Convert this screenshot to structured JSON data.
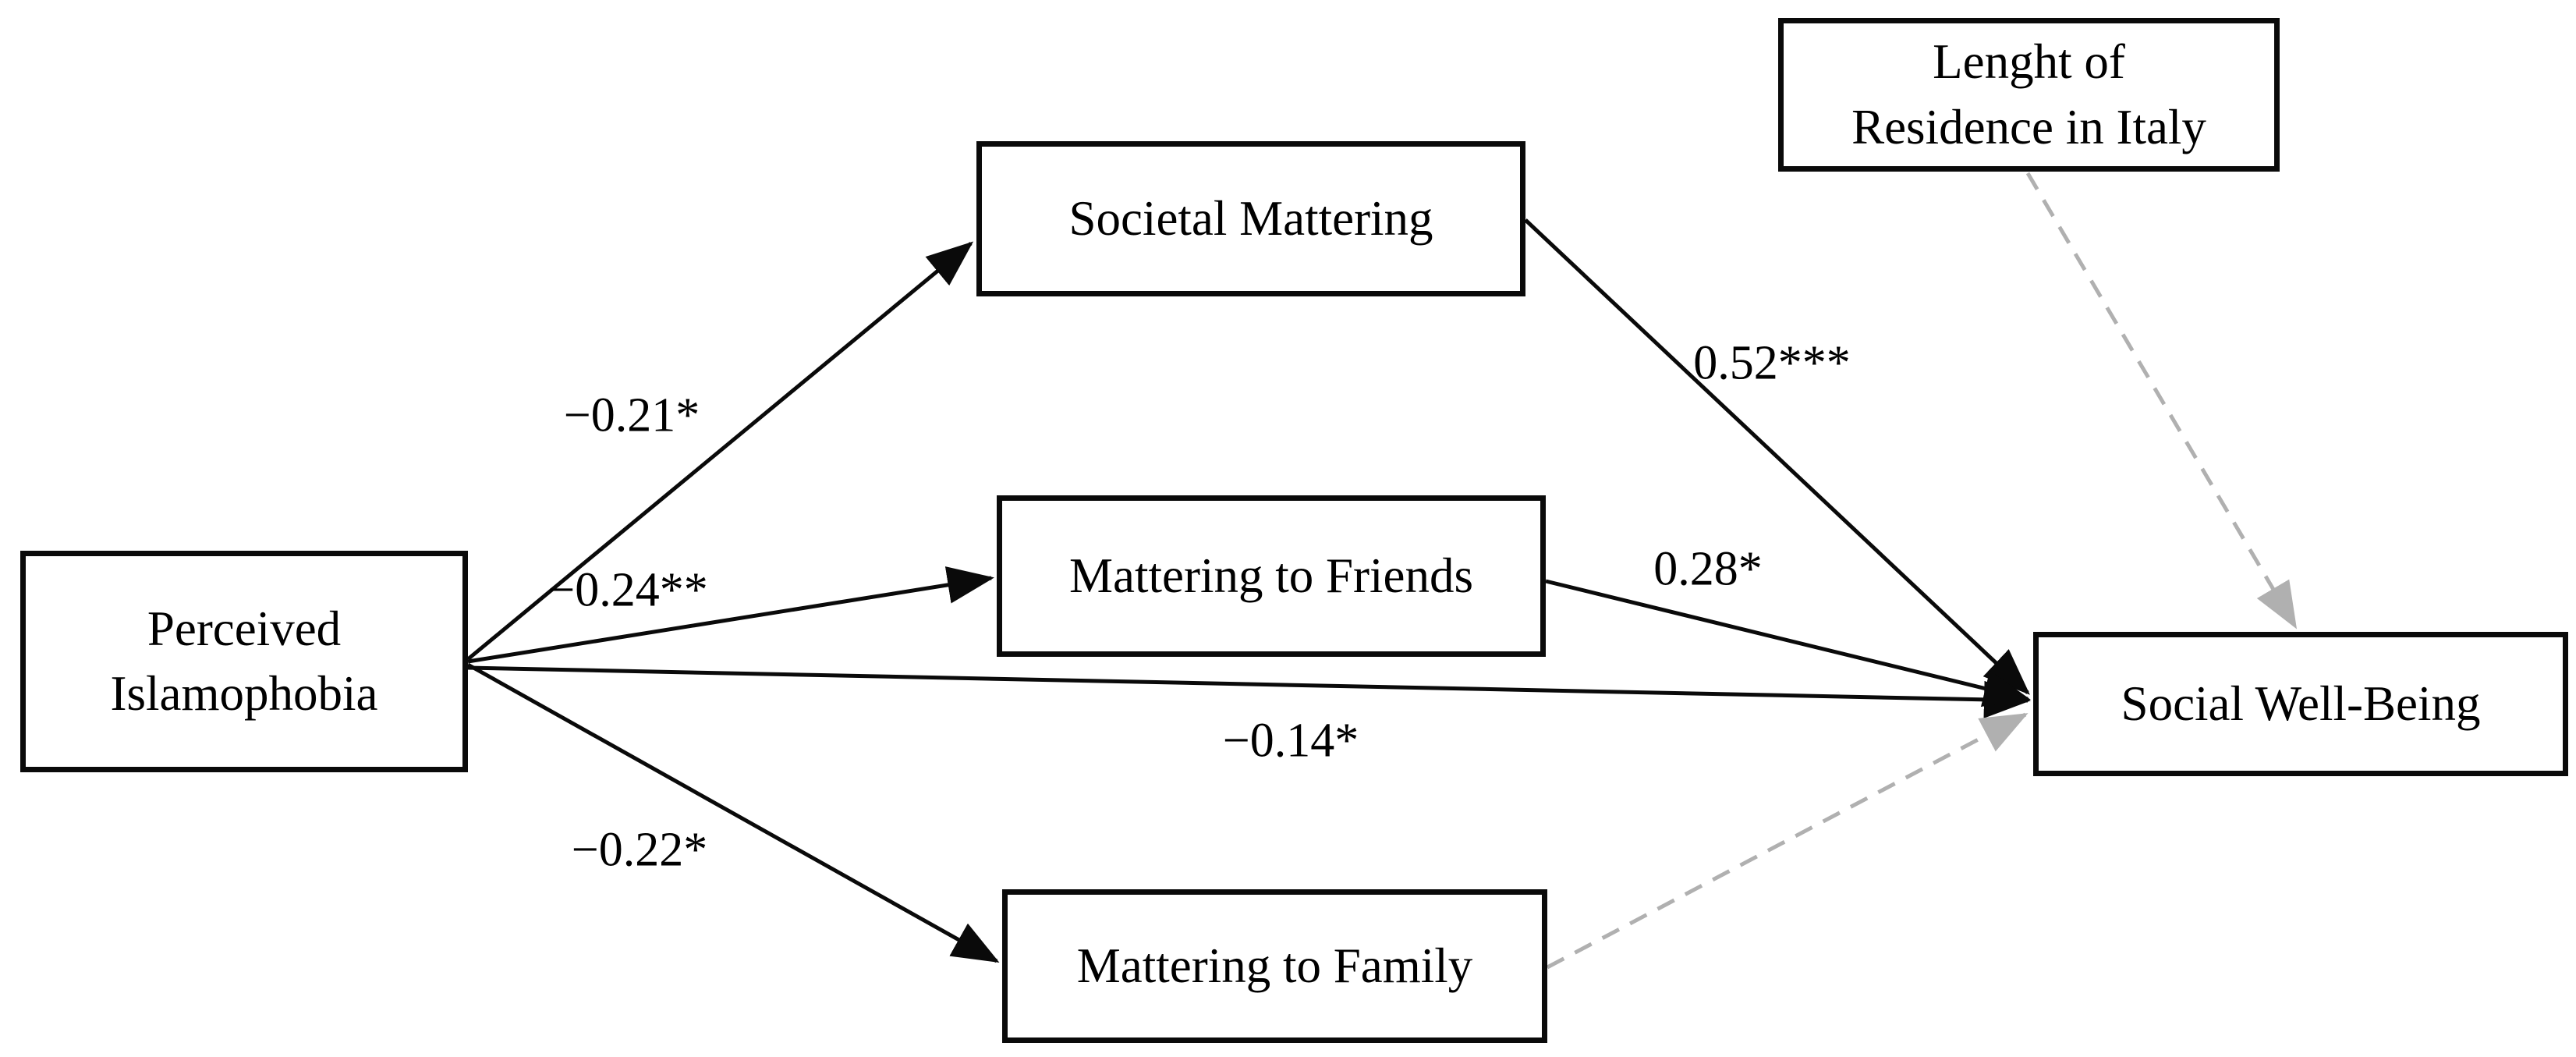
{
  "figure": {
    "background": "#ffffff",
    "colors": {
      "solid_path": "#000000",
      "dashed_path": "#b0b0b0",
      "text": "#000000"
    },
    "nodes": {
      "perceived_islamophobia": {
        "line1": "Perceived",
        "line2": "Islamophobia"
      },
      "societal_mattering": {
        "label": "Societal Mattering"
      },
      "mattering_to_friends": {
        "label": "Mattering to Friends"
      },
      "mattering_to_family": {
        "label": "Mattering to Family"
      },
      "social_well_being": {
        "label": "Social Well-Being"
      },
      "length_of_residence": {
        "line1": "Lenght of",
        "line2": "Residence in Italy"
      }
    },
    "coefficients": {
      "perceived_to_societal": "−0.21*",
      "perceived_to_friends": "−0.24**",
      "perceived_to_swb": "−0.14*",
      "perceived_to_family": "−0.22*",
      "societal_to_swb": "0.52***",
      "friends_to_swb": "0.28*"
    }
  }
}
